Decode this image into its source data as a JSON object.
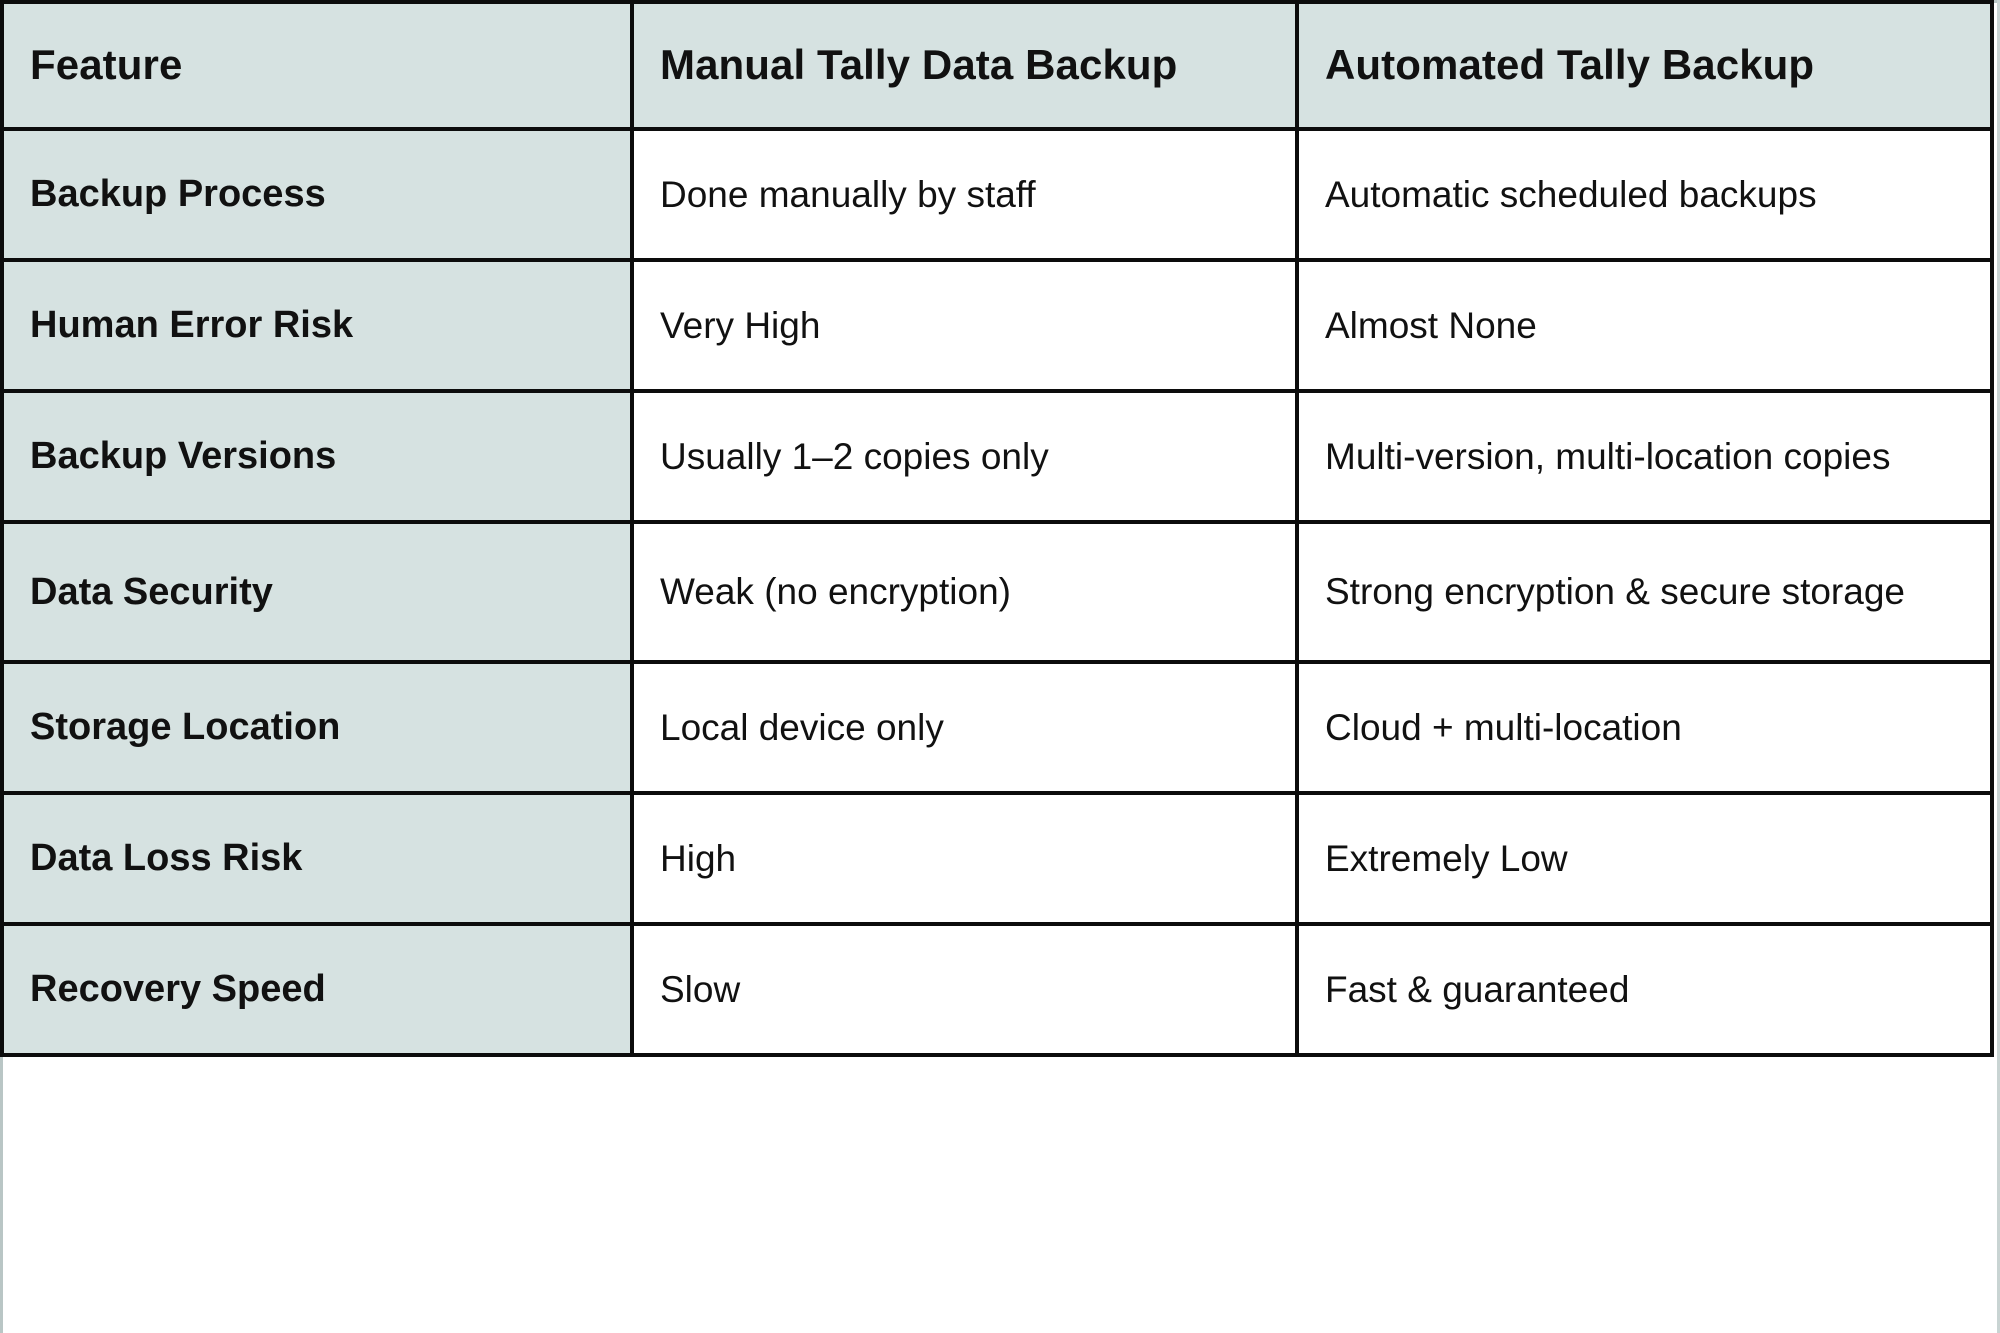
{
  "table": {
    "columns": [
      {
        "key": "feature",
        "label": "Feature"
      },
      {
        "key": "manual",
        "label": "Manual Tally Data Backup"
      },
      {
        "key": "automated",
        "label": "Automated Tally Backup"
      }
    ],
    "rows": [
      {
        "feature": "Backup Process",
        "manual": "Done manually by staff",
        "automated": "Automatic scheduled backups"
      },
      {
        "feature": "Human Error Risk",
        "manual": "Very High",
        "automated": "Almost None"
      },
      {
        "feature": "Backup Versions",
        "manual": "Usually 1–2 copies only",
        "automated": "Multi-version, multi-location copies"
      },
      {
        "feature": "Data Security",
        "manual": "Weak (no encryption)",
        "automated": "Strong encryption & secure storage"
      },
      {
        "feature": "Storage Location",
        "manual": "Local device only",
        "automated": "Cloud + multi-location"
      },
      {
        "feature": "Data Loss Risk",
        "manual": "High",
        "automated": "Extremely Low"
      },
      {
        "feature": "Recovery Speed",
        "manual": "Slow",
        "automated": "Fast & guaranteed"
      }
    ]
  },
  "colors": {
    "header_background": "#d6e2e1",
    "feature_column_background": "#d6e2e1",
    "body_background": "#ffffff",
    "border": "#0c0c0c",
    "text": "#111111"
  }
}
